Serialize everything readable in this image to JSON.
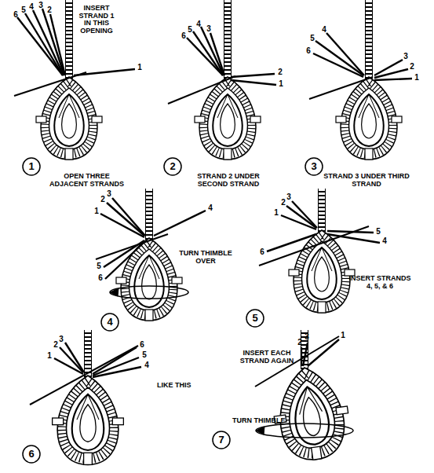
{
  "diagram": {
    "nodes": [
      {
        "text": [
          "1"
        ]
      },
      {
        "text": [
          "2"
        ]
      },
      {
        "text": [
          "3"
        ]
      },
      {
        "text": [
          "4"
        ]
      },
      {
        "text": [
          "5"
        ]
      },
      {
        "text": [
          "6"
        ]
      },
      {
        "text": [
          "7"
        ]
      }
    ],
    "labels": [
      "INSERT STRAND 1 IN THIS OPENING",
      "6",
      "5",
      "4",
      "3",
      "2",
      "1",
      "OPEN THREE ADJACENT STRANDS",
      "6",
      "5",
      "4",
      "3",
      "2",
      "1",
      "STRAND 2 UNDER SECOND STRAND",
      "5",
      "4",
      "6",
      "3",
      "2",
      "1",
      "STRAND 3 UNDER THIRD STRAND",
      "2",
      "3",
      "1",
      "4",
      "5",
      "6",
      "TURN THIMBLE OVER",
      "2",
      "3",
      "1",
      "5",
      "4",
      "6",
      "INSERT STRANDS 4, 5, & 6",
      "2",
      "3",
      "1",
      "6",
      "5",
      "4",
      "LIKE THIS",
      "INSERT EACH STRAND AGAIN",
      "2",
      "3",
      "1",
      "TURN THIMBLE"
    ]
  }
}
